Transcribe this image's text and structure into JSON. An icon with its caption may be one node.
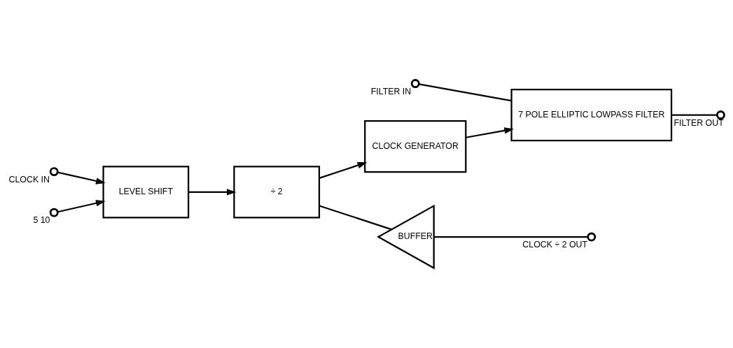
{
  "diagram": {
    "nodes": [
      {
        "text": [],
        "shape": "circle",
        "beside": [
          "FILTER IN"
        ]
      },
      {
        "text": [
          "7 POLE ELLIPTIC LOWPASS FILTER"
        ]
      },
      {
        "text": [],
        "shape": "circle",
        "beside": [
          "FILTER OUT"
        ]
      },
      {
        "text": [],
        "shape": "circle",
        "beside": [
          "CLOCK IN"
        ]
      },
      {
        "text": [
          "LEVEL SHIFT"
        ]
      },
      {
        "text": [
          "÷ 2"
        ]
      },
      {
        "text": [
          "CLOCK GENERATOR"
        ]
      },
      {
        "text": [],
        "shape": "circle",
        "beside": [
          "5 10"
        ]
      },
      {
        "text": [],
        "shape": "circle",
        "beside": [
          "CLOCK ÷ 2 OUT"
        ]
      },
      {
        "text": [
          "BUFFER"
        ]
      }
    ],
    "edges": [
      {
        "from": 0,
        "to": 1,
        "arrow": "none"
      },
      {
        "from": 1,
        "to": 2,
        "arrow": "none"
      },
      {
        "from": 3,
        "to": 4,
        "arrow": "to"
      },
      {
        "from": 7,
        "to": 4,
        "arrow": "to"
      },
      {
        "from": 4,
        "to": 5,
        "arrow": "to"
      },
      {
        "from": 5,
        "to": 6,
        "arrow": "to"
      },
      {
        "from": 6,
        "to": 1,
        "arrow": "to"
      },
      {
        "from": 5,
        "to": 9,
        "arrow": "none"
      },
      {
        "from": 9,
        "to": 8,
        "arrow": "none"
      }
    ]
  }
}
